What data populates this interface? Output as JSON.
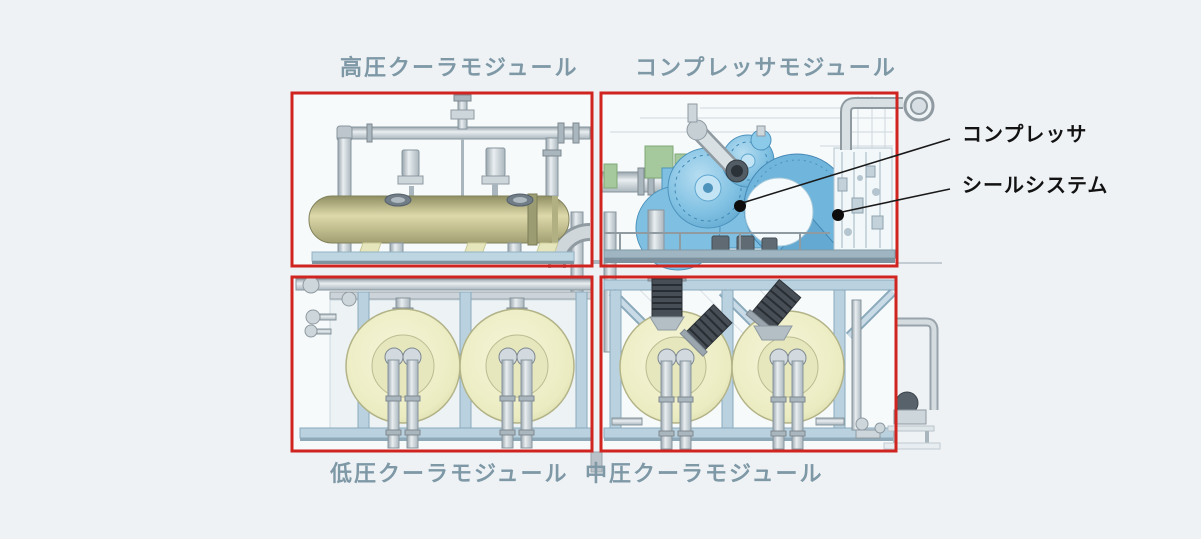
{
  "figure": {
    "type": "labeled-equipment-diagram",
    "modules": [
      {
        "id": "hp-cooler",
        "label": "高圧クーラモジュール",
        "position": "top-left"
      },
      {
        "id": "compressor",
        "label": "コンプレッサモジュール",
        "position": "top-right"
      },
      {
        "id": "lp-cooler",
        "label": "低圧クーラモジュール",
        "position": "bottom-left"
      },
      {
        "id": "mp-cooler",
        "label": "中圧クーラモジュール",
        "position": "bottom-right"
      }
    ],
    "callouts": [
      {
        "id": "compressor-part",
        "label": "コンプレッサ"
      },
      {
        "id": "seal-system",
        "label": "シールシステム"
      }
    ],
    "colors": {
      "page_background": "#eef2f5",
      "highlight_box": "#d02420",
      "module_label": "#7e98a6",
      "callout_label": "#121212",
      "compressor_blue": "#7fc0e2",
      "cooler_yellow": "#ededc5",
      "vessel_olive": "#c6c494",
      "motor_green": "#a5c99d"
    }
  }
}
